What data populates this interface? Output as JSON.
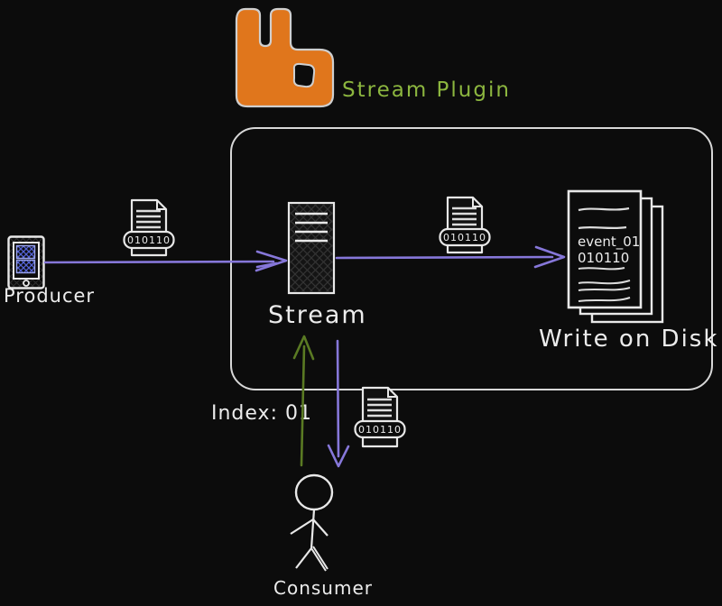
{
  "title": {
    "logo_label": "Stream Plugin"
  },
  "nodes": {
    "producer": {
      "label": "Producer"
    },
    "stream": {
      "label": "Stream"
    },
    "disk": {
      "label": "Write on Disk",
      "page_line1": "event_01",
      "page_line2": "010110"
    },
    "consumer": {
      "label": "Consumer"
    }
  },
  "file_icons": [
    {
      "badge": "010110"
    },
    {
      "badge": "010110"
    },
    {
      "badge": "010110"
    }
  ],
  "annotations": {
    "index": "Index: 01"
  },
  "colors": {
    "background": "#0c0c0c",
    "stroke_white": "#e8e8e8",
    "container_stroke": "#d8d8d8",
    "orange_logo": "#e0761c",
    "green_title": "#8cb63f",
    "purple_arrow": "#8677d9",
    "green_arrow": "#5a7a23",
    "blue_hatch": "#5463d6"
  }
}
